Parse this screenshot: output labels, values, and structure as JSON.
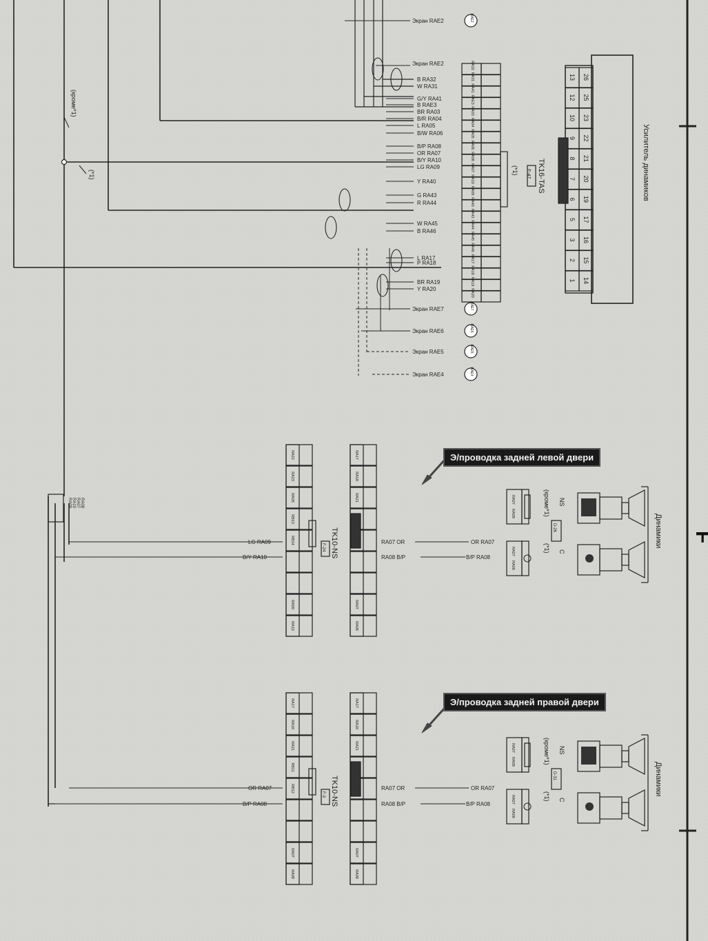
{
  "page_letter": "F",
  "amp": {
    "title": "Усилитель динамиков",
    "connector": "TK16-TAS",
    "ref": "F-47",
    "note": "(*1)",
    "pins_top": [
      "26",
      "25",
      "23",
      "22",
      "21",
      "20",
      "19",
      "17",
      "16",
      "15",
      "14"
    ],
    "pins_bottom": [
      "13",
      "12",
      "10",
      "9",
      "8",
      "7",
      "6",
      "5",
      "3",
      "2",
      "1"
    ]
  },
  "wires": [
    {
      "color": "B",
      "name": "RA32"
    },
    {
      "color": "W",
      "name": "RA31"
    },
    {
      "color": "G/Y",
      "name": "RA41"
    },
    {
      "color": "B",
      "name": "RAE3"
    },
    {
      "color": "BR",
      "name": "RA03"
    },
    {
      "color": "B/R",
      "name": "RA04"
    },
    {
      "color": "L",
      "name": "RA05"
    },
    {
      "color": "B/W",
      "name": "RA06"
    },
    {
      "color": "B/P",
      "name": "RA08"
    },
    {
      "color": "OR",
      "name": "RA07"
    },
    {
      "color": "B/Y",
      "name": "RA10"
    },
    {
      "color": "LG",
      "name": "RA09"
    },
    {
      "color": "Y",
      "name": "RA40"
    },
    {
      "color": "G",
      "name": "RA43"
    },
    {
      "color": "R",
      "name": "RA44"
    },
    {
      "color": "W",
      "name": "RA45"
    },
    {
      "color": "B",
      "name": "RA46"
    },
    {
      "color": "L",
      "name": "RA17"
    },
    {
      "color": "P",
      "name": "RA18"
    },
    {
      "color": "BR",
      "name": "RA19"
    },
    {
      "color": "Y",
      "name": "RA20"
    }
  ],
  "shields": [
    {
      "label": "Экран",
      "name": "RAE2",
      "node": "RAE2"
    },
    {
      "label": "Экран",
      "name": "RAE2",
      "node": ""
    },
    {
      "label": "Экран",
      "name": "RAE7",
      "node": "RAE7"
    },
    {
      "label": "Экран",
      "name": "RAE6",
      "node": "RAE6"
    },
    {
      "label": "Экран",
      "name": "RAE5",
      "node": "RAE5"
    },
    {
      "label": "Экран",
      "name": "RAE4",
      "node": "RAE4"
    }
  ],
  "bus_labels": {
    "except": "(кроме*1)",
    "only": "(*1)"
  },
  "bus_tags": [
    "RA09",
    "RA10",
    "RA07",
    "RA08"
  ],
  "amp_pin_cells": [
    "RA32",
    "RA31",
    "RA41",
    "RAE3",
    "RA03",
    "RA04",
    "RA05",
    "RA06",
    "RA08",
    "RA07",
    "RA10",
    "RA09",
    "RA40",
    "RA43",
    "RA44",
    "RA45",
    "RA46",
    "RA17",
    "RA18",
    "RA19",
    "RA20"
  ],
  "left_door": {
    "callout": "Э/проводка задней левой двери",
    "connector": "TK10-NS",
    "ref": "F-24",
    "cells_a": [
      "RA22",
      "RA23",
      "RA26",
      "RB13",
      "RB14",
      "",
      "",
      "RA09",
      "RA10"
    ],
    "cells_b": [
      "RA17",
      "RA18",
      "RA21",
      "RB11",
      "RB12",
      "",
      "",
      "RA07",
      "RA08"
    ],
    "wire1": {
      "left": "LG RA09",
      "mid": "RA07 OR",
      "right": "OR RA07"
    },
    "wire2": {
      "left": "B/Y RA10",
      "mid": "RA08 B/P",
      "right": "B/P RA08"
    },
    "spk_title": "Динамики",
    "ns_label": "NS",
    "c_label": "C",
    "ns_note": "(кроме*1)",
    "c_note": "(*1)",
    "ref2": "D-26",
    "spk_pins": [
      "RA07",
      "RA08"
    ]
  },
  "right_door": {
    "callout": "Э/проводка задней правой двери",
    "connector": "TK10-NS",
    "ref": "F-3",
    "cells_a": [
      "RA17",
      "RA18",
      "RA21",
      "RB11",
      "RB12",
      "",
      "",
      "RA07",
      "RA08"
    ],
    "cells_b": [
      "RA17",
      "RA18",
      "RA21",
      "RB11",
      "RB12",
      "",
      "",
      "RA07",
      "RA08"
    ],
    "wire1": {
      "left": "OR RA07",
      "mid": "RA07 OR",
      "right": "OR RA07"
    },
    "wire2": {
      "left": "B/P RA08",
      "mid": "RA08 B/P",
      "right": "B/P RA08"
    },
    "spk_title": "Динамики",
    "ns_label": "NS",
    "c_label": "C",
    "ns_note": "(кроме*1)",
    "c_note": "(*1)",
    "ref2": "D-31",
    "spk_pins": [
      "RA07",
      "RA08"
    ]
  }
}
